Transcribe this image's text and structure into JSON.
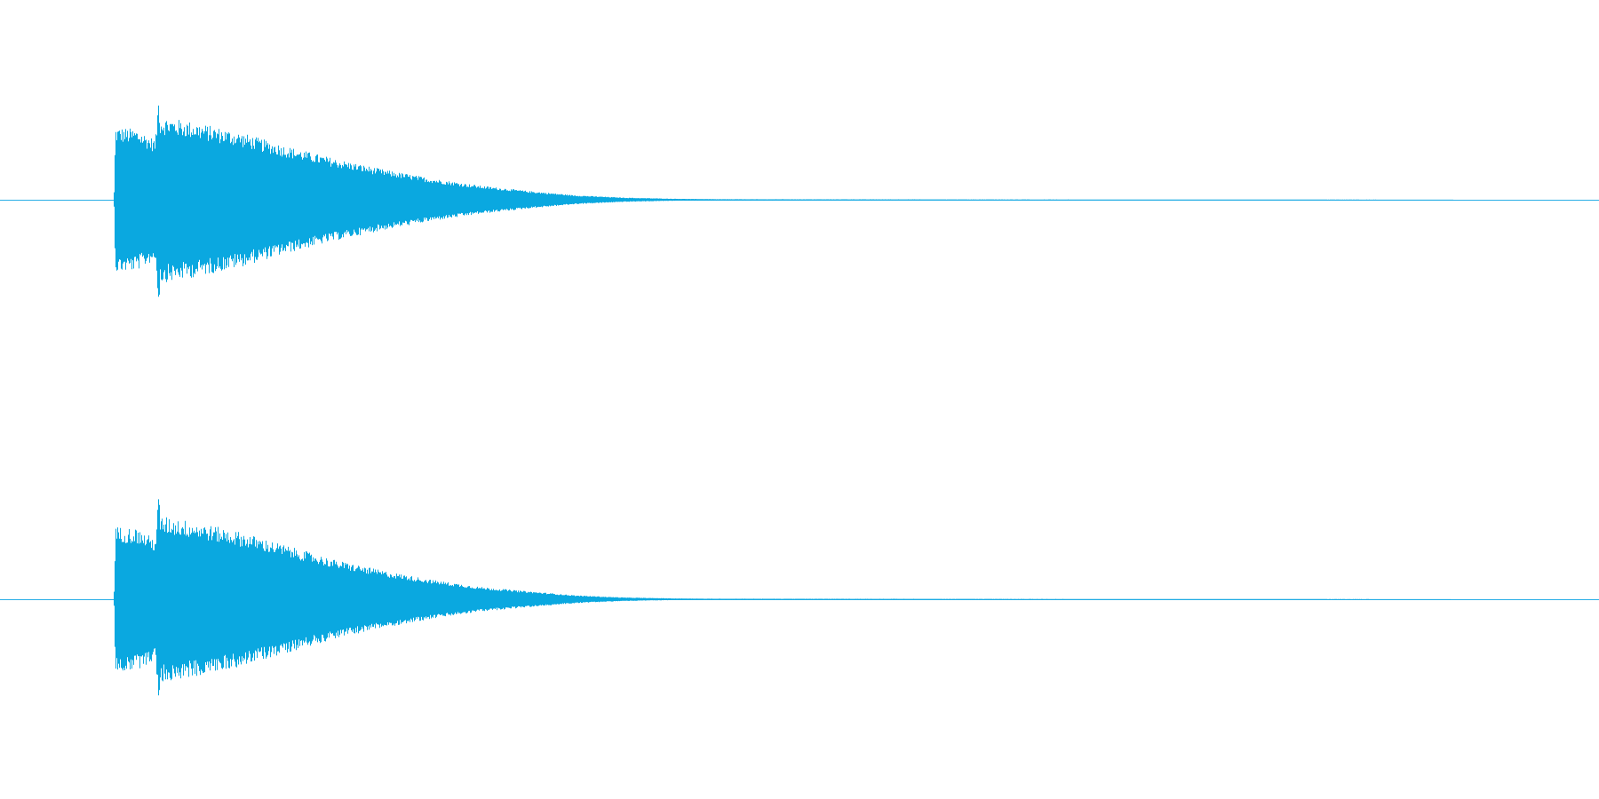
{
  "chart_data": {
    "type": "area",
    "title": "",
    "xlabel": "",
    "ylabel": "",
    "ylim": [
      -1,
      1
    ],
    "grid": false,
    "legend": "none",
    "color": "#0aa8e0",
    "baseline_color": "#29aee6",
    "channels": [
      {
        "envelope": [
          [
            0.0,
            0.0
          ],
          [
            0.071,
            0.0
          ],
          [
            0.072,
            0.41
          ],
          [
            0.085,
            0.4
          ],
          [
            0.097,
            0.34
          ],
          [
            0.099,
            0.6
          ],
          [
            0.1,
            0.47
          ],
          [
            0.12,
            0.44
          ],
          [
            0.15,
            0.38
          ],
          [
            0.18,
            0.3
          ],
          [
            0.21,
            0.23
          ],
          [
            0.24,
            0.17
          ],
          [
            0.27,
            0.12
          ],
          [
            0.3,
            0.08
          ],
          [
            0.33,
            0.05
          ],
          [
            0.36,
            0.025
          ],
          [
            0.39,
            0.012
          ],
          [
            0.42,
            0.006
          ],
          [
            0.45,
            0.003
          ],
          [
            1.0,
            0.0
          ]
        ]
      },
      {
        "envelope": [
          [
            0.0,
            0.0
          ],
          [
            0.071,
            0.0
          ],
          [
            0.072,
            0.41
          ],
          [
            0.085,
            0.4
          ],
          [
            0.097,
            0.34
          ],
          [
            0.099,
            0.6
          ],
          [
            0.1,
            0.47
          ],
          [
            0.12,
            0.44
          ],
          [
            0.15,
            0.38
          ],
          [
            0.18,
            0.3
          ],
          [
            0.21,
            0.22
          ],
          [
            0.24,
            0.16
          ],
          [
            0.27,
            0.11
          ],
          [
            0.3,
            0.07
          ],
          [
            0.33,
            0.045
          ],
          [
            0.36,
            0.022
          ],
          [
            0.39,
            0.01
          ],
          [
            0.42,
            0.005
          ],
          [
            0.44,
            0.003
          ],
          [
            1.0,
            0.0
          ]
        ]
      }
    ]
  }
}
